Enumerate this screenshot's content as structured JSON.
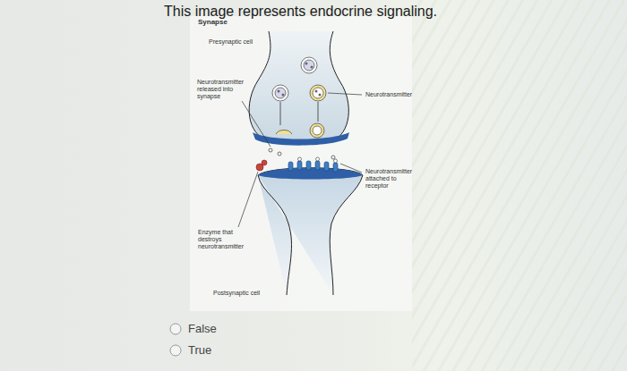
{
  "diagram": {
    "title": "This image represents endocrine signaling.",
    "labels": [
      "Synapse",
      "Presynaptic cell",
      "Neurotransmitter released into synapse",
      "Neurotransmitter",
      "Neurotransmitter attached to receptor",
      "Enzyme that destroys neurotransmitter",
      "Postsynaptic cell",
      "False",
      "True"
    ]
  }
}
